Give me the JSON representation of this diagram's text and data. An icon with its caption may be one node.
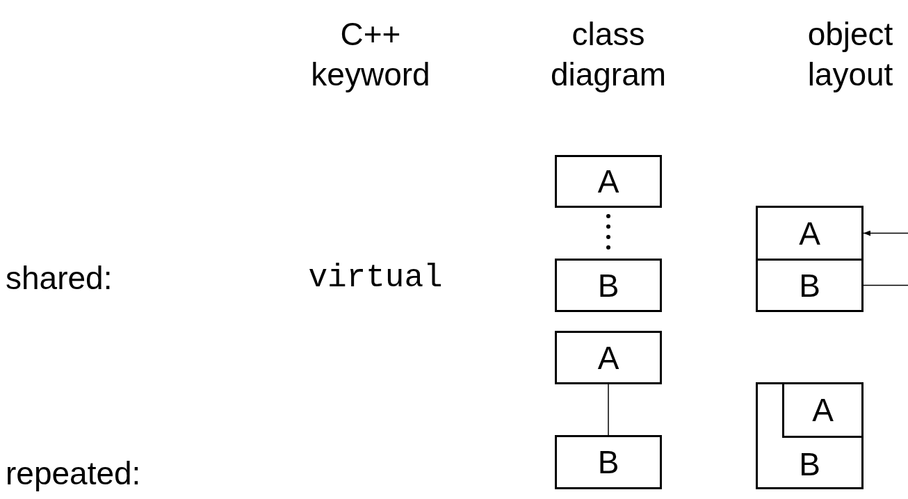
{
  "diagram": {
    "nodes": [
      {
        "text": [
          "A"
        ]
      },
      {
        "text": [
          "B"
        ]
      },
      {
        "text": [
          "A"
        ]
      },
      {
        "text": [
          "B"
        ]
      },
      {
        "text": [
          "A"
        ]
      },
      {
        "text": [
          "B"
        ]
      },
      {
        "text": [
          "B"
        ]
      },
      {
        "text": [
          "A"
        ],
        "in": 6
      }
    ],
    "edges": [
      {
        "from": 0,
        "to": 1,
        "arrow": "none",
        "style": "dashed"
      },
      {
        "from": 2,
        "to": 3,
        "arrow": "none"
      },
      {
        "from": null,
        "to": 4,
        "arrow": "to"
      },
      {
        "from": 5,
        "to": null,
        "arrow": "none"
      }
    ],
    "labels": [
      "C++ keyword",
      "class diagram",
      "object layout",
      "shared:",
      "virtual",
      "repeated:"
    ]
  }
}
